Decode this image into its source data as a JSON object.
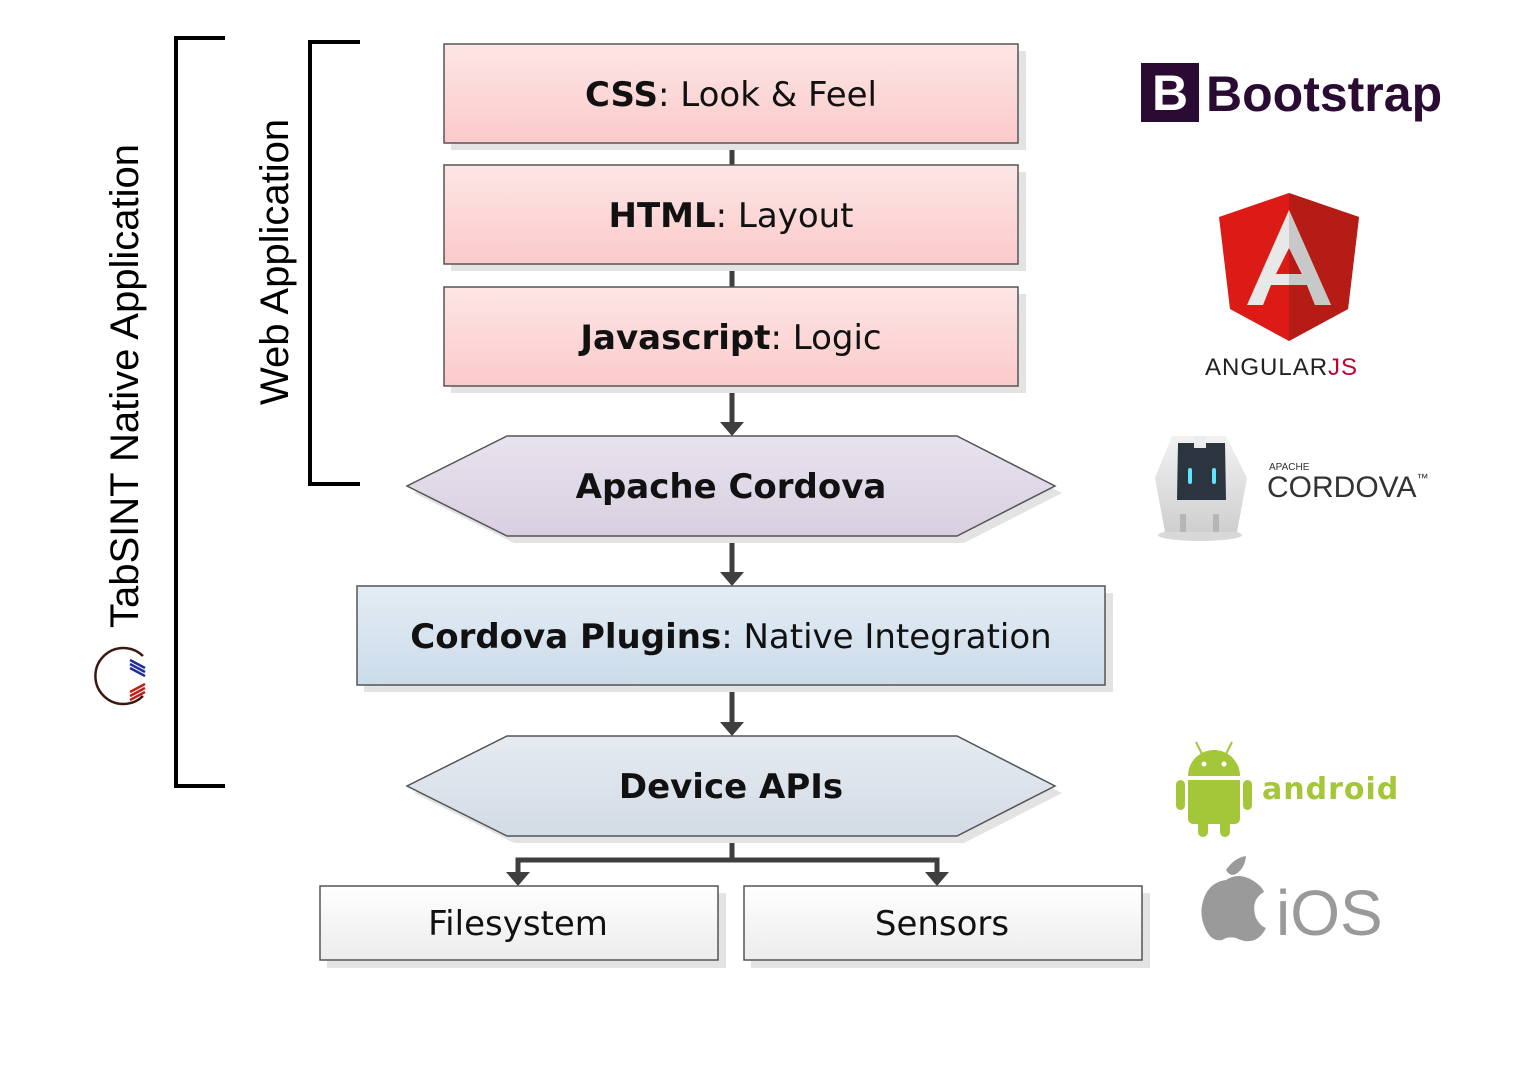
{
  "brackets": {
    "outer_label": "TabSINT Native Application",
    "inner_label": "Web Application"
  },
  "layers": [
    {
      "id": "css",
      "bold": "CSS",
      "rest": ": Look & Feel",
      "shape": "rect",
      "color": "#fbd2d2"
    },
    {
      "id": "html",
      "bold": "HTML",
      "rest": ": Layout",
      "shape": "rect",
      "color": "#fbd2d2"
    },
    {
      "id": "javascript",
      "bold": "Javascript",
      "rest": ": Logic",
      "shape": "rect",
      "color": "#fbd2d2"
    },
    {
      "id": "apache-cordova",
      "bold": "Apache Cordova",
      "rest": "",
      "shape": "hexagon",
      "color": "#ddd5e5"
    },
    {
      "id": "cordova-plugins",
      "bold": "Cordova Plugins",
      "rest": ": Native Integration",
      "shape": "rect",
      "color": "#d3e2ee"
    },
    {
      "id": "device-apis",
      "bold": "Device APIs",
      "rest": "",
      "shape": "hexagon",
      "color": "#d9e1ea"
    }
  ],
  "leaves": [
    {
      "id": "filesystem",
      "label": "Filesystem"
    },
    {
      "id": "sensors",
      "label": "Sensors"
    }
  ],
  "logos": {
    "bootstrap": {
      "letter": "B",
      "name": "Bootstrap",
      "color": "#2a0b33"
    },
    "angular": {
      "letter": "A",
      "name_main": "ANGULAR",
      "name_suffix": "JS",
      "color": "#dd1b16"
    },
    "cordova": {
      "small": "APACHE",
      "name": "CORDOVA",
      "tm": "™"
    },
    "android": {
      "name": "android",
      "color": "#a4c639"
    },
    "ios": {
      "name": "iOS",
      "color": "#9a9a9a"
    }
  }
}
